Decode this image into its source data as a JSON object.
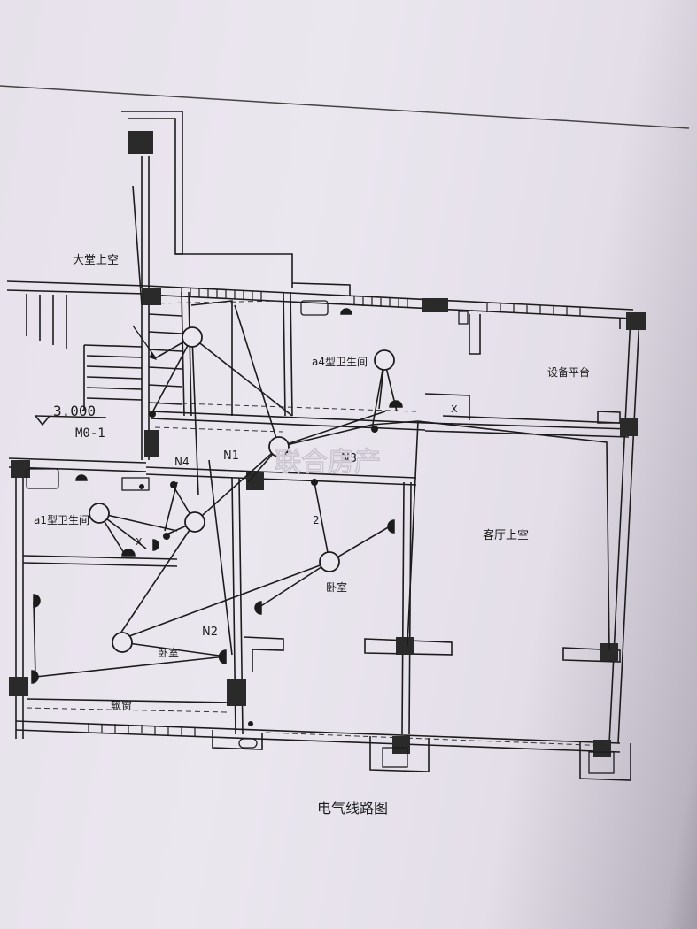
{
  "drawing": {
    "title": "电气线路图",
    "watermark": "联合房产"
  },
  "rooms": {
    "lobby_void": "大堂上空",
    "bathroom_a4": "a4型卫生间",
    "equipment_platform": "设备平台",
    "bathroom_a1": "a1型卫生间",
    "living_void": "客厅上空",
    "bedroom_1": "卧室",
    "bedroom_2": "卧室",
    "bay_window": "飘窗"
  },
  "annotations": {
    "elevation": "3.000",
    "door_tag": "M0-1",
    "circuit_n1": "N1",
    "circuit_n2": "N2",
    "circuit_n3": "N3",
    "circuit_n4": "N4",
    "switch_2": "2",
    "switch_x1": "X",
    "switch_x2": "X"
  },
  "colors": {
    "paper": "#ebe7ef",
    "ink": "#1c1c1c",
    "column": "#2a2a2a",
    "watermark": "#ffffff"
  },
  "icons": [
    "ceiling-light-icon",
    "wall-light-icon",
    "socket-icon",
    "switch-icon",
    "column-icon"
  ]
}
